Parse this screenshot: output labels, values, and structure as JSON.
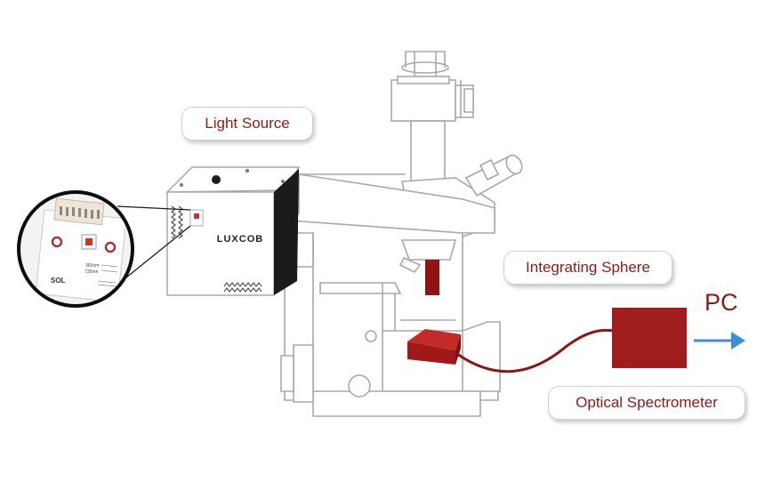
{
  "labels": {
    "light_source": "Light Source",
    "integrating_sphere": "Integrating Sphere",
    "optical_spectrometer": "Optical Spectrometer",
    "pc": "PC"
  },
  "device": {
    "brand": "LUXCOB"
  },
  "inset_board": {
    "brand": "SOL",
    "wavelengths": [
      "365nm",
      "735nm"
    ]
  },
  "colors": {
    "accent": "#8b1a1a",
    "spectrometer": "#a11c1c",
    "arrow": "#3a8fd6",
    "outline": "#b5b5b5"
  }
}
